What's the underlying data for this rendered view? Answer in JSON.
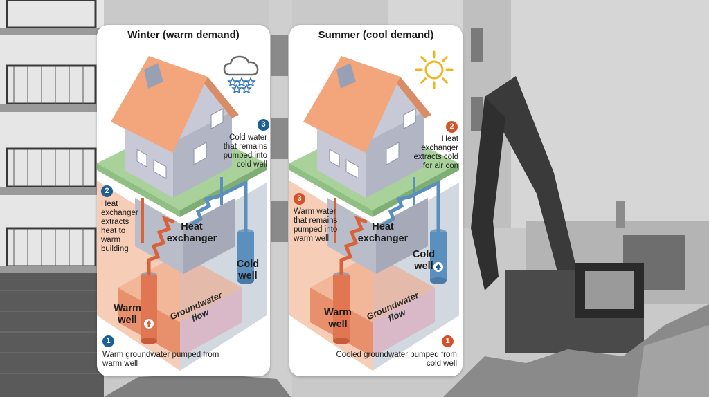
{
  "winter": {
    "title": "Winter (warm demand)",
    "step1_num": "1",
    "step1_text": "Warm groundwater pumped from warm well",
    "step2_num": "2",
    "step2_text": "Heat exchanger extracts heat to warm building",
    "step3_num": "3",
    "step3_text": "Cold water that remains pumped into cold well",
    "heat_exchanger": "Heat exchanger",
    "warm_well": "Warm well",
    "cold_well": "Cold well",
    "groundwater": "Groundwater flow",
    "weather_icon": "snow-cloud-icon"
  },
  "summer": {
    "title": "Summer (cool demand)",
    "step1_num": "1",
    "step1_text": "Cooled groundwater pumped from cold well",
    "step2_num": "2",
    "step2_text": "Heat exchanger extracts cold for air con",
    "step3_num": "3",
    "step3_text": "Warm water that remains pumped into warm well",
    "heat_exchanger": "Heat exchanger",
    "warm_well": "Warm well",
    "cold_well": "Cold well",
    "groundwater": "Groundwater flow",
    "weather_icon": "sun-icon"
  },
  "colors": {
    "badge_blue": "#1b5f99",
    "badge_red": "#d4522b",
    "roof": "#f3a57c",
    "house": "#b9bcc9",
    "lawn": "#a8d29a",
    "warm_pipe": "#d9623a",
    "cold_pipe": "#5b8fbd"
  }
}
